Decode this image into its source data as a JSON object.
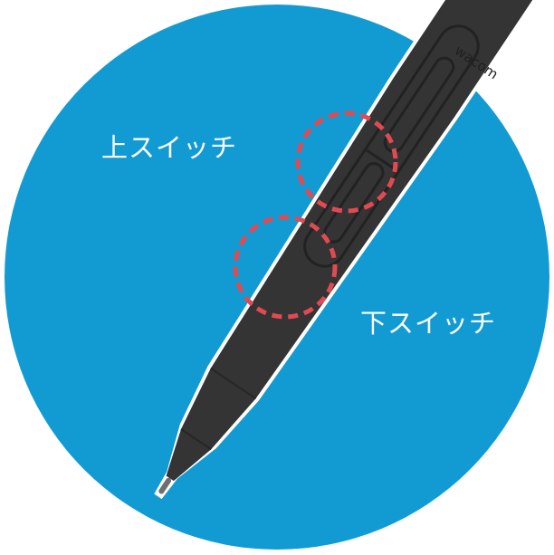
{
  "colors": {
    "background": "#ffffff",
    "circle": "#129bd3",
    "pen_body": "#343434",
    "pen_outline": "#ffffff",
    "highlight": "#e14a52",
    "label_text": "#ffffff"
  },
  "labels": {
    "upper_switch": "上スイッチ",
    "lower_switch": "下スイッチ"
  },
  "pen": {
    "brand": "wacom"
  }
}
